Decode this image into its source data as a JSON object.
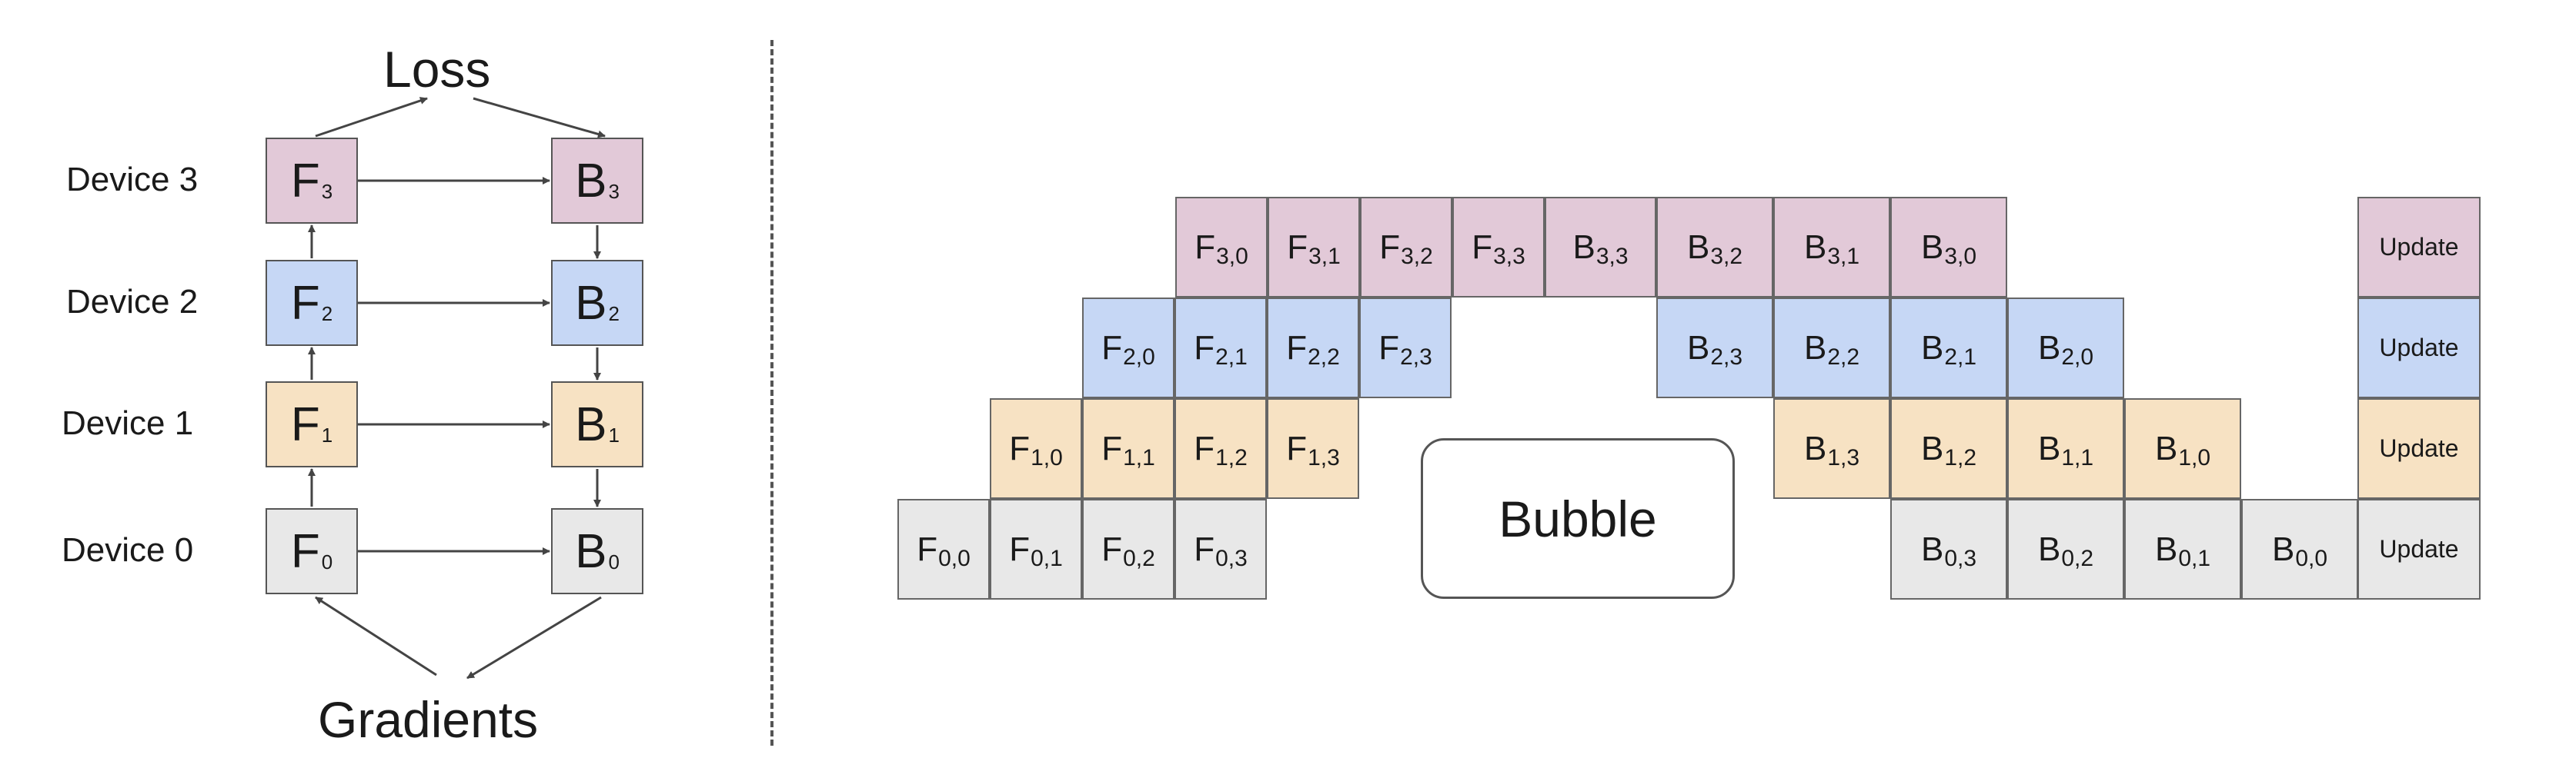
{
  "left": {
    "loss_label": "Loss",
    "gradients_label": "Gradients",
    "devices": [
      {
        "label": "Device 3",
        "f": "F",
        "f_sub": "3",
        "b": "B",
        "b_sub": "3",
        "color": "#e2c9d8"
      },
      {
        "label": "Device 2",
        "f": "F",
        "f_sub": "2",
        "b": "B",
        "b_sub": "2",
        "color": "#c6d7f5"
      },
      {
        "label": "Device 1",
        "f": "F",
        "f_sub": "1",
        "b": "B",
        "b_sub": "1",
        "color": "#f7e2c3"
      },
      {
        "label": "Device 0",
        "f": "F",
        "f_sub": "0",
        "b": "B",
        "b_sub": "0",
        "color": "#e8e8e8"
      }
    ]
  },
  "right": {
    "bubble_label": "Bubble",
    "update_label": "Update",
    "rows": [
      {
        "color": "#e2c9d8",
        "forward": [
          "3,0",
          "3,1",
          "3,2",
          "3,3"
        ],
        "backward": [
          "3,3",
          "3,2",
          "3,1",
          "3,0"
        ]
      },
      {
        "color": "#c6d7f5",
        "forward": [
          "2,0",
          "2,1",
          "2,2",
          "2,3"
        ],
        "backward": [
          "2,3",
          "2,2",
          "2,1",
          "2,0"
        ]
      },
      {
        "color": "#f7e2c3",
        "forward": [
          "1,0",
          "1,1",
          "1,2",
          "1,3"
        ],
        "backward": [
          "1,3",
          "1,2",
          "1,1",
          "1,0"
        ]
      },
      {
        "color": "#e8e8e8",
        "forward": [
          "0,0",
          "0,1",
          "0,2",
          "0,3"
        ],
        "backward": [
          "0,3",
          "0,2",
          "0,1",
          "0,0"
        ]
      }
    ]
  }
}
